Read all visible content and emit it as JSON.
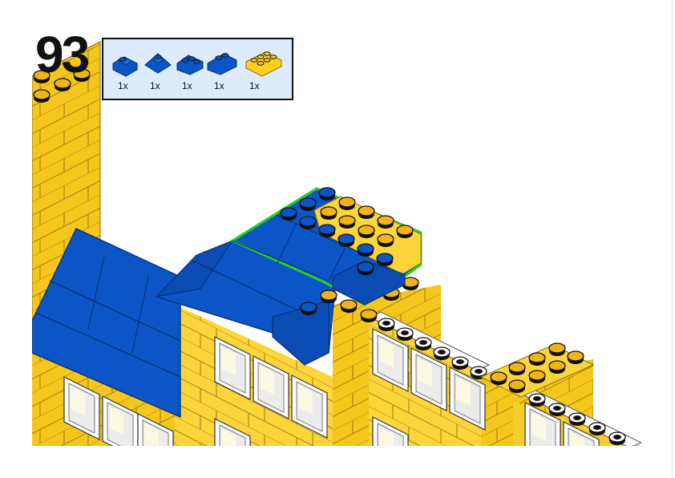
{
  "step": {
    "number": "93"
  },
  "parts_list": {
    "items": [
      {
        "icon": "blue-roof-slope-2x2-icon",
        "color": "#0b55c7",
        "qty": "1x"
      },
      {
        "icon": "blue-roof-slope-corner-icon",
        "color": "#0b55c7",
        "qty": "1x"
      },
      {
        "icon": "blue-roof-slope-inverted-corner-icon",
        "color": "#0b55c7",
        "qty": "1x"
      },
      {
        "icon": "blue-roof-slope-2x3-icon",
        "color": "#0b55c7",
        "qty": "1x"
      },
      {
        "icon": "yellow-brick-2x4-icon",
        "color": "#ffcf21",
        "qty": "1x"
      }
    ]
  },
  "colors": {
    "yellow": "#fcd22b",
    "blue": "#0b55c7",
    "highlight": "#27d21e",
    "panel_bg": "#dcecfb"
  }
}
